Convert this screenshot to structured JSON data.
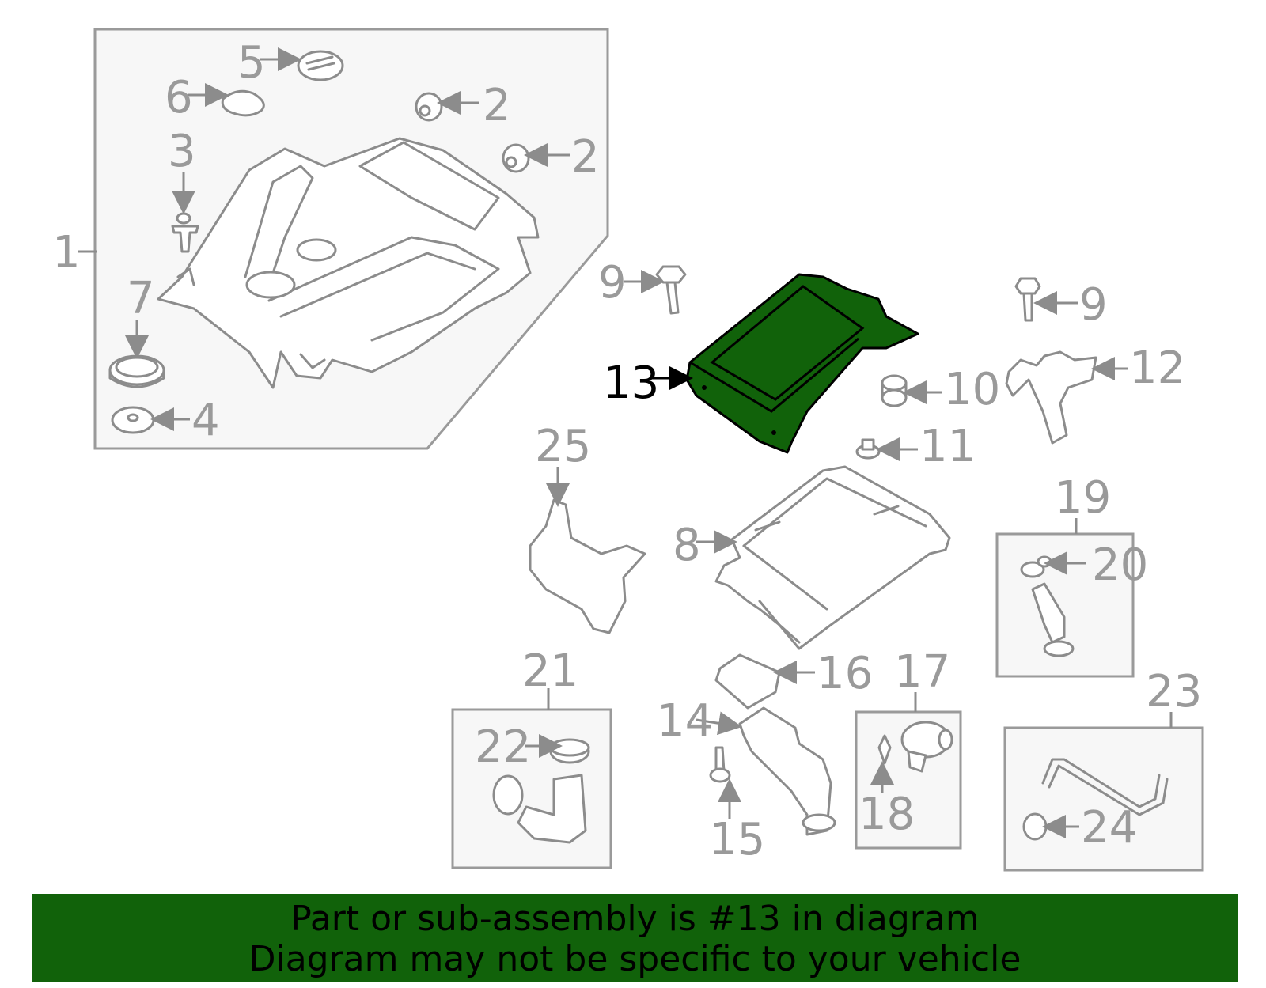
{
  "diagram": {
    "callouts": {
      "c1": "1",
      "c2a": "2",
      "c2b": "2",
      "c3": "3",
      "c4": "4",
      "c5": "5",
      "c6": "6",
      "c7": "7",
      "c8": "8",
      "c9a": "9",
      "c9b": "9",
      "c10": "10",
      "c11": "11",
      "c12": "12",
      "c13": "13",
      "c14": "14",
      "c15": "15",
      "c16": "16",
      "c17": "17",
      "c18": "18",
      "c19": "19",
      "c20": "20",
      "c21": "21",
      "c22": "22",
      "c23": "23",
      "c24": "24",
      "c25": "25"
    },
    "highlighted_part": "13",
    "highlight_color": "#11620a",
    "callout_color": "#9a9a9a"
  },
  "banner": {
    "line1": "Part or sub-assembly is #13 in diagram",
    "line2": "Diagram may not be specific to your vehicle",
    "background": "#11620a"
  }
}
